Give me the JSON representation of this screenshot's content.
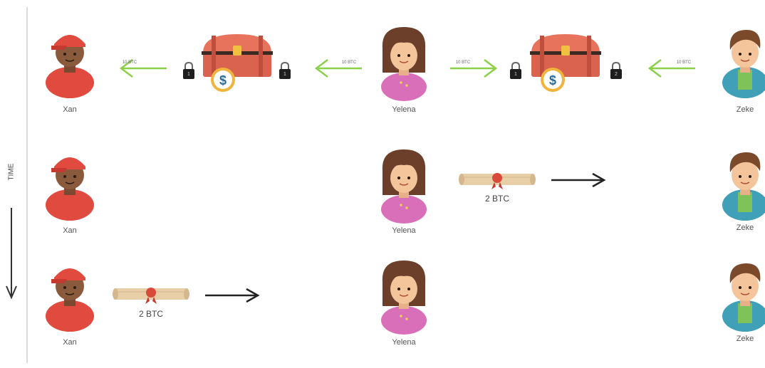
{
  "time_label": "TIME",
  "rows": [
    {
      "people": [
        "Xan",
        "Yelena",
        "Zeke"
      ],
      "channel_labels": [
        "10 BTC",
        "10 BTC",
        "10 BTC",
        "10 BTC"
      ],
      "lock_numbers": [
        "1",
        "1",
        "1",
        "2"
      ]
    },
    {
      "people": [
        "Xan",
        "Yelena",
        "Zeke"
      ],
      "payment_label": "2 BTC"
    },
    {
      "people": [
        "Xan",
        "Yelena",
        "Zeke"
      ],
      "payment_label": "2 BTC"
    }
  ],
  "colors": {
    "chest": "#d9634f",
    "chest_dark": "#b84a3a",
    "coin": "#f0b43c",
    "green_arrow": "#8cd04a",
    "xan_shirt": "#e04a3f",
    "xan_skin": "#8a5a3c",
    "yelena_shirt": "#d96fb8",
    "yelena_hair": "#6b3f2a",
    "zeke_shirt": "#3fa0b8",
    "zeke_hair": "#7a4a2a",
    "skin": "#f4c49a",
    "scroll": "#e8cfa7",
    "seal": "#d94a3a"
  }
}
